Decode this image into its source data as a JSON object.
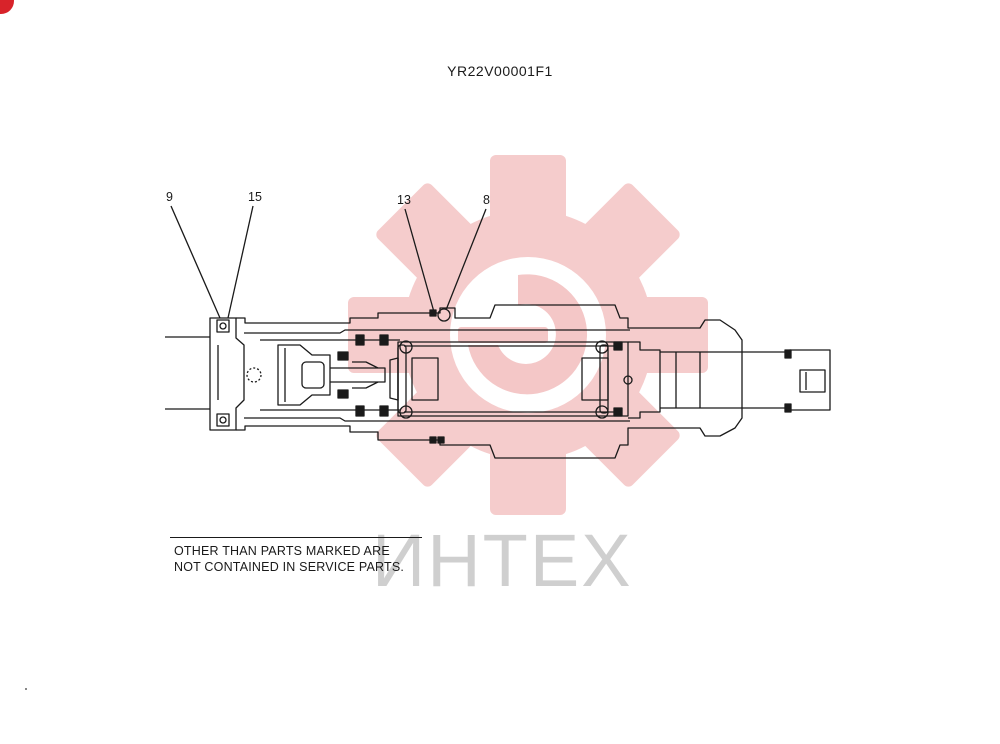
{
  "drawing_code": "YR22V00001F1",
  "callouts": {
    "c9": "9",
    "c15": "15",
    "c13": "13",
    "c8": "8"
  },
  "note": {
    "line1": "OTHER THAN PARTS MARKED ARE",
    "line2": "NOT CONTAINED IN SERVICE PARTS."
  },
  "watermark": {
    "word": "ИНТЕХ",
    "gear_color": "#f4c7c7",
    "text_color": "#cfcfcf"
  },
  "colors": {
    "ink": "#1a1a1a",
    "corner_mark": "#d8232a"
  }
}
